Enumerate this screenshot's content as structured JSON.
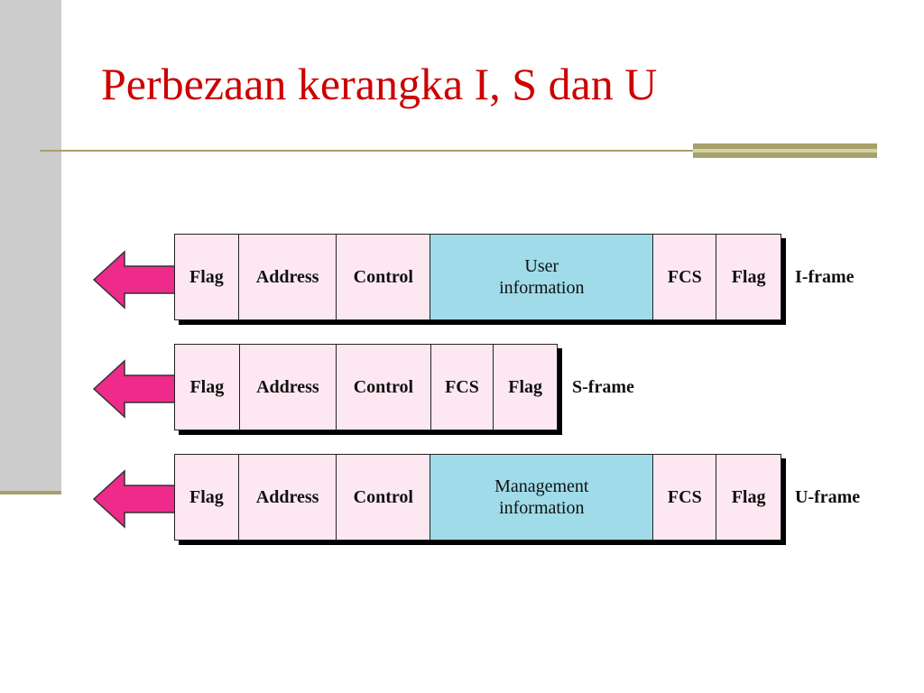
{
  "slide": {
    "title": "Perbezaan kerangka I, S dan U",
    "colors": {
      "title": "#cc0000",
      "accent_rule": "#a6a06a",
      "sidebar": "#cccccc",
      "arrow": "#ee2a8a",
      "field_fill": "#fde8f2",
      "info_fill": "#9fdbe9"
    }
  },
  "frames": [
    {
      "label": "I-frame",
      "fields": [
        {
          "text": "Flag"
        },
        {
          "text": "Address"
        },
        {
          "text": "Control"
        },
        {
          "text": "User\ninformation"
        },
        {
          "text": "FCS"
        },
        {
          "text": "Flag"
        }
      ]
    },
    {
      "label": "S-frame",
      "fields": [
        {
          "text": "Flag"
        },
        {
          "text": "Address"
        },
        {
          "text": "Control"
        },
        {
          "text": "FCS"
        },
        {
          "text": "Flag"
        }
      ]
    },
    {
      "label": "U-frame",
      "fields": [
        {
          "text": "Flag"
        },
        {
          "text": "Address"
        },
        {
          "text": "Control"
        },
        {
          "text": "Management\ninformation"
        },
        {
          "text": "FCS"
        },
        {
          "text": "Flag"
        }
      ]
    }
  ]
}
